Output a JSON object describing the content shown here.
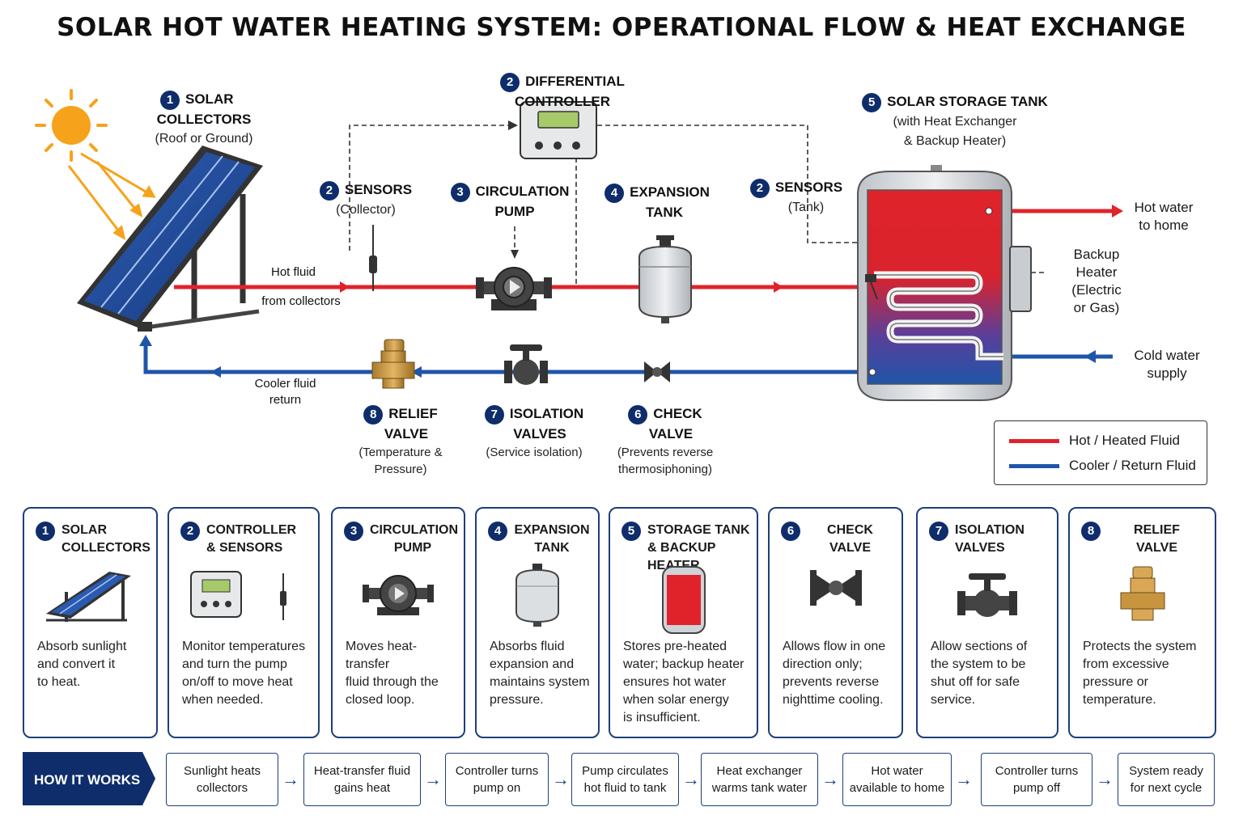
{
  "title": "SOLAR HOT WATER HEATING SYSTEM: OPERATIONAL FLOW & HEAT EXCHANGE",
  "diagram": {
    "collectors": {
      "num": "1",
      "line1": "SOLAR",
      "line2": "COLLECTORS",
      "sub": "(Roof or Ground)"
    },
    "controller": {
      "num": "2",
      "label": "DIFFERENTIAL CONTROLLER"
    },
    "sensor_collector": {
      "num": "2",
      "label": "SENSORS",
      "sub": "(Collector)"
    },
    "pump": {
      "num": "3",
      "line1": "CIRCULATION",
      "line2": "PUMP"
    },
    "expansion": {
      "num": "4",
      "line1": "EXPANSION",
      "line2": "TANK"
    },
    "sensor_tank": {
      "num": "2",
      "label": "SENSORS",
      "sub": "(Tank)"
    },
    "tank": {
      "num": "5",
      "label": "SOLAR STORAGE TANK",
      "sub1": "(with Heat Exchanger",
      "sub2": "& Backup Heater)"
    },
    "check": {
      "num": "6",
      "line1": "CHECK",
      "line2": "VALVE",
      "sub1": "(Prevents reverse",
      "sub2": "thermosiphoning)"
    },
    "isolation": {
      "num": "7",
      "line1": "ISOLATION",
      "line2": "VALVES",
      "sub": "(Service isolation)"
    },
    "relief": {
      "num": "8",
      "line1": "RELIEF",
      "line2": "VALVE",
      "sub1": "(Temperature &",
      "sub2": "Pressure)"
    },
    "hot_fluid_1": "Hot fluid",
    "hot_fluid_2": "from collectors",
    "cooler_1": "Cooler fluid",
    "cooler_2": "return",
    "hot_water_1": "Hot water",
    "hot_water_2": "to home",
    "cold_water_1": "Cold water",
    "cold_water_2": "supply",
    "backup": [
      "Backup",
      "Heater",
      "(Electric",
      "or Gas)"
    ],
    "colors": {
      "hot": "#e0232b",
      "cold": "#1f55a8",
      "navy": "#0f2d6b"
    }
  },
  "legend": {
    "hot": "Hot / Heated Fluid",
    "cold": "Cooler / Return Fluid"
  },
  "cards": [
    {
      "num": "1",
      "t1": "SOLAR",
      "t2": "COLLECTORS",
      "icon": "solar-panel-icon",
      "d": [
        "Absorb sunlight",
        "and convert it",
        "to heat."
      ]
    },
    {
      "num": "2",
      "t1": "CONTROLLER",
      "t2": "& SENSORS",
      "icon": "controller-icon",
      "d": [
        "Monitor temperatures",
        "and turn the pump",
        "on/off to move heat",
        "when needed."
      ]
    },
    {
      "num": "3",
      "t1": "CIRCULATION",
      "t2": "PUMP",
      "icon": "pump-icon",
      "d": [
        "Moves heat-transfer",
        "fluid through the",
        "closed loop."
      ]
    },
    {
      "num": "4",
      "t1": "EXPANSION",
      "t2": "TANK",
      "icon": "expansion-tank-icon",
      "d": [
        "Absorbs fluid",
        "expansion and",
        "maintains system",
        "pressure."
      ]
    },
    {
      "num": "5",
      "t1": "STORAGE TANK",
      "t2": "& BACKUP HEATER",
      "icon": "storage-tank-icon",
      "d": [
        "Stores pre-heated",
        "water; backup heater",
        "ensures hot water",
        "when solar energy",
        "is insufficient."
      ]
    },
    {
      "num": "6",
      "t1": "CHECK",
      "t2": "VALVE",
      "icon": "check-valve-icon",
      "d": [
        "Allows flow in one",
        "direction only;",
        "prevents reverse",
        "nighttime cooling."
      ]
    },
    {
      "num": "7",
      "t1": "ISOLATION",
      "t2": "VALVES",
      "icon": "isolation-valve-icon",
      "d": [
        "Allow sections of",
        "the system to be",
        "shut off for safe",
        "service."
      ]
    },
    {
      "num": "8",
      "t1": "RELIEF",
      "t2": "VALVE",
      "icon": "relief-valve-icon",
      "d": [
        "Protects the system",
        "from excessive",
        "pressure or",
        "temperature."
      ]
    }
  ],
  "how_it_works": {
    "label": "HOW IT WORKS",
    "steps": [
      [
        "Sunlight heats",
        "collectors"
      ],
      [
        "Heat-transfer fluid",
        "gains heat"
      ],
      [
        "Controller turns",
        "pump on"
      ],
      [
        "Pump circulates",
        "hot fluid to tank"
      ],
      [
        "Heat exchanger",
        "warms tank water"
      ],
      [
        "Hot water",
        "available to home"
      ],
      [
        "Controller turns",
        "pump off"
      ],
      [
        "System ready",
        "for next cycle"
      ]
    ]
  }
}
